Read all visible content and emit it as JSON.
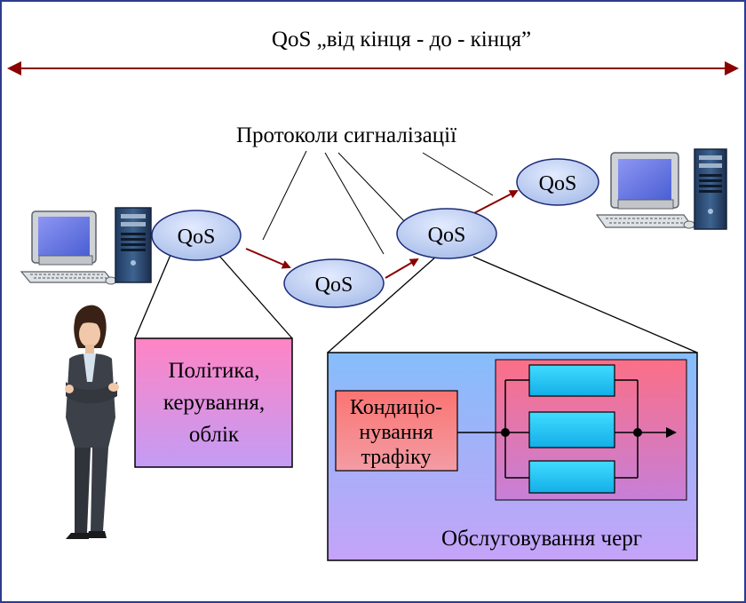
{
  "title": "QoS „від кінця - до - кінця”",
  "signaling_label": "Протоколи сигналізації",
  "nodes": [
    "QoS",
    "QoS",
    "QoS",
    "QoS"
  ],
  "policy_box": [
    "Політика,",
    "керування,",
    "облік"
  ],
  "conditioning_box": [
    "Кондиціо-",
    "нування",
    "трафіку"
  ],
  "queue_service_label": "Обслуговування черг",
  "colors": {
    "frame": "#2b3c8f",
    "arrow": "#8b0000",
    "node_fill": "#b8c9f0",
    "node_stroke": "#1c2a78",
    "queue_fill": "#1ec2f0"
  },
  "icons": [
    "computer-workstation-icon",
    "server-tower-icon",
    "businesswoman-figure"
  ]
}
